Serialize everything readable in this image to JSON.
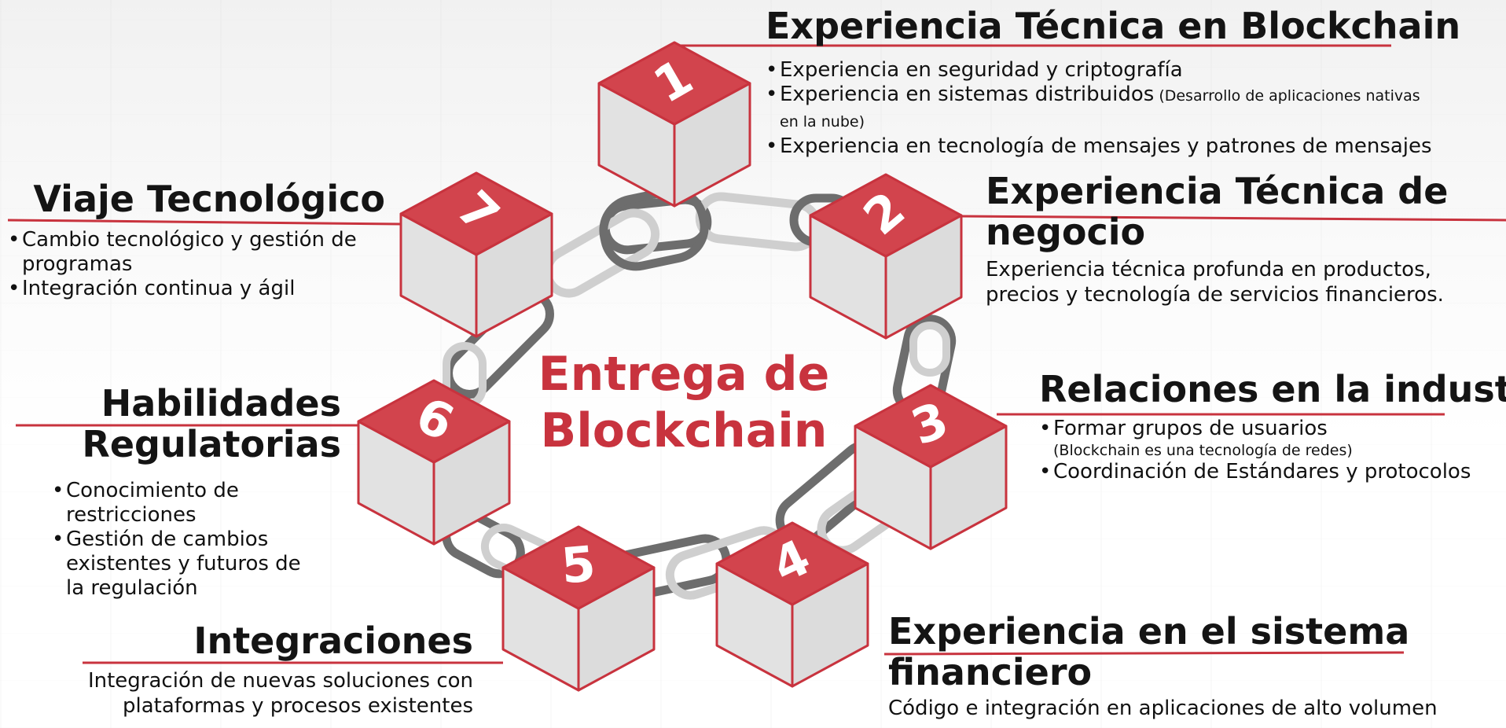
{
  "center_title": [
    "Entrega de",
    "Blockchain"
  ],
  "accent_color": "#c8333e",
  "cube_top_color": "#d2444d",
  "cube_side_color": "#e2e2e2",
  "chain_dark_color": "#6d6d6d",
  "chain_light_color": "#cfcfcf",
  "cubes": [
    {
      "number": "1"
    },
    {
      "number": "2"
    },
    {
      "number": "3"
    },
    {
      "number": "4"
    },
    {
      "number": "5"
    },
    {
      "number": "6"
    },
    {
      "number": "7"
    }
  ],
  "sections": {
    "s1": {
      "title": "Experiencia Técnica en Blockchain",
      "bullets": [
        {
          "text": "Experiencia en seguridad y criptografía",
          "note": ""
        },
        {
          "text": "Experiencia en sistemas distribuidos",
          "note": " (Desarrollo de aplicaciones nativas en la nube)"
        },
        {
          "text": "Experiencia en tecnología de mensajes y patrones de mensajes",
          "note": ""
        }
      ]
    },
    "s2": {
      "title_line1": "Experiencia Técnica de",
      "title_line2": "negocio",
      "text_line1": "Experiencia técnica profunda en productos,",
      "text_line2": "precios y tecnología de servicios financieros."
    },
    "s3": {
      "title": "Relaciones en la industria",
      "bullet1": "Formar grupos de usuarios",
      "bullet1_note": "(Blockchain es una tecnología de redes)",
      "bullet2": "Coordinación de Estándares y protocolos"
    },
    "s4": {
      "title_line1": "Experiencia en el sistema",
      "title_line2": "financiero",
      "text": "Código e integración en aplicaciones de alto volumen"
    },
    "s5": {
      "title": "Integraciones",
      "text_line1": "Integración de nuevas soluciones con",
      "text_line2": "plataformas y procesos existentes"
    },
    "s6": {
      "title_line1": "Habilidades",
      "title_line2": "Regulatorias",
      "bullets": [
        "Conocimiento de restricciones",
        "Gestión de cambios existentes y futuros de la regulación"
      ]
    },
    "s7": {
      "title": "Viaje Tecnológico",
      "bullets": [
        "Cambio tecnológico y gestión de programas",
        "Integración continua y ágil"
      ]
    }
  }
}
